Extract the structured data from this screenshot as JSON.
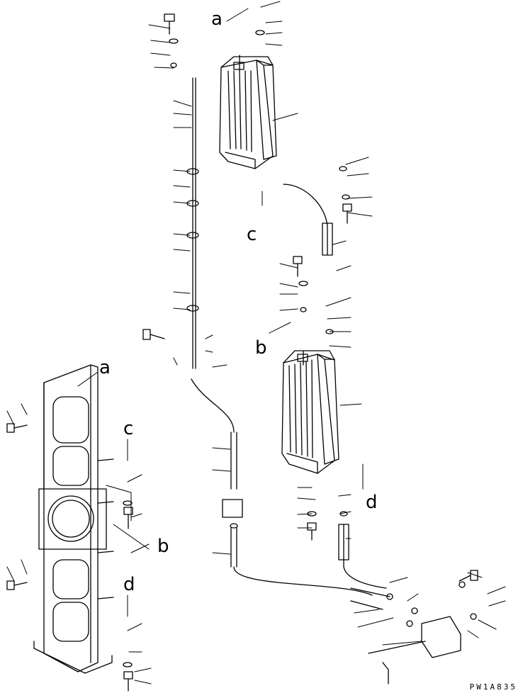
{
  "diagram": {
    "references": [
      "a",
      "b",
      "c",
      "d"
    ],
    "drawing_code": "PW1A835"
  }
}
